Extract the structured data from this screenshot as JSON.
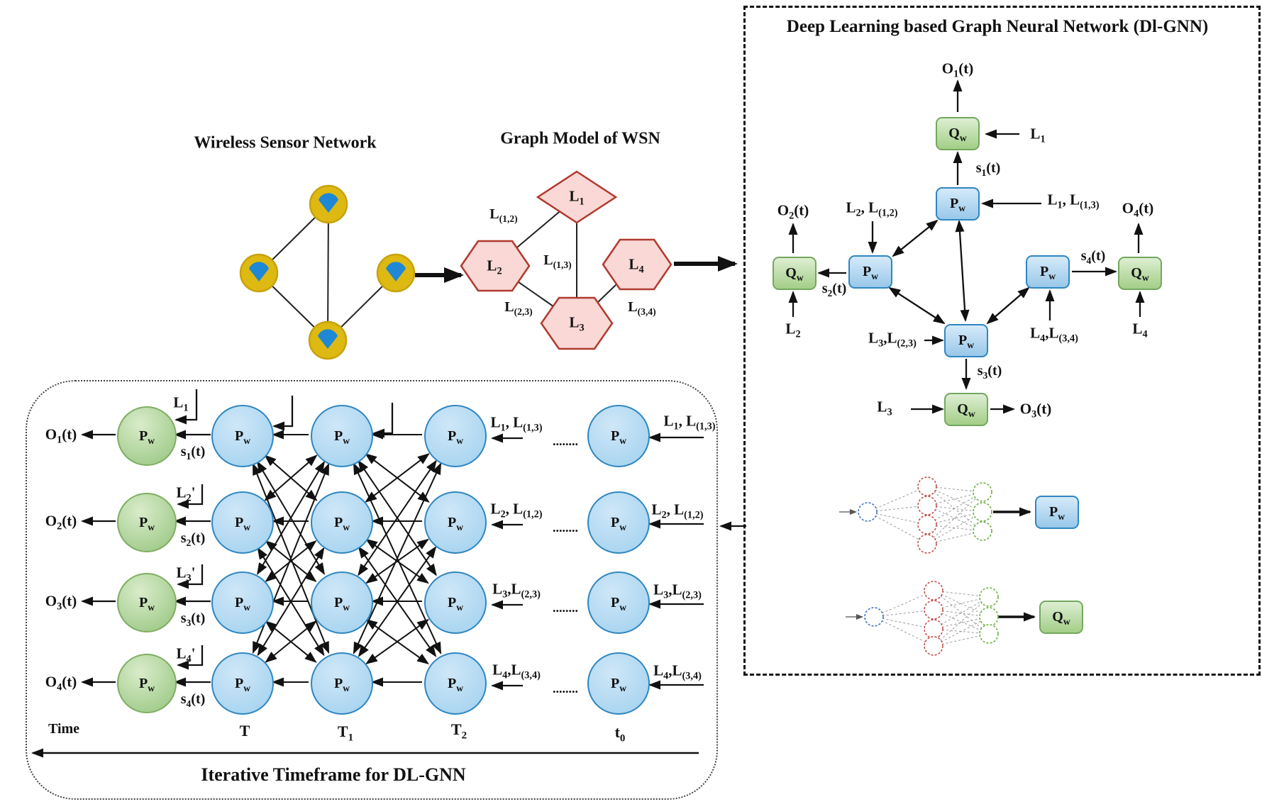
{
  "wsn": {
    "title": "Wireless Sensor Network"
  },
  "graph": {
    "title": "Graph Model of WSN",
    "nodes": [
      "L_1",
      "L_2",
      "L_3",
      "L_4"
    ],
    "edges": [
      "L_(1,2)",
      "L_(1,3)",
      "L_(2,3)",
      "L_(3,4)"
    ]
  },
  "dlgnn": {
    "title": "Deep Learning based Graph Neural Network (Dl-GNN)",
    "pw_label": "P_w",
    "qw_label": "Q_w",
    "outputs": {
      "o1": "O_1(t)",
      "o2": "O_2(t)",
      "o3": "O_3(t)",
      "o4": "O_4(t)"
    },
    "link_inputs": {
      "l1": "L_1",
      "l2": "L_2",
      "l3": "L_3",
      "l4": "L_4"
    },
    "states": {
      "s1": "s_1(t)",
      "s2": "s_2(t)",
      "s3": "s_3(t)",
      "s4": "s_4(t)"
    },
    "inputs": {
      "in1": "L_1, L_(1,3)",
      "in2": "L_2, L_(1,2)",
      "in3": "L_3,L_(2,3)",
      "in4": "L_4,L_(3,4)"
    }
  },
  "timeframe": {
    "title": "Iterative Timeframe for DL-GNN",
    "time_label": "Time",
    "columns": [
      "T",
      "T_1",
      "T_2",
      "t_0"
    ],
    "dots": "........",
    "node_label": "P_w",
    "rows": [
      {
        "out": "O_1(t)",
        "l": "L_1",
        "s": "s_1(t)",
        "in": "L_1, L_(1,3)"
      },
      {
        "out": "O_2(t)",
        "l": "L_2'",
        "s": "s_2(t)",
        "in": "L_2, L_(1,2)"
      },
      {
        "out": "O_3(t)",
        "l": "L_3'",
        "s": "s_3(t)",
        "in": "L_3,L_(2,3)"
      },
      {
        "out": "O_4(t)",
        "l": "L_4'",
        "s": "s_4(t)",
        "in": "L_4,L_(3,4)"
      }
    ]
  },
  "colors": {
    "sensor_yellow": "#DDB911",
    "sensor_wedge_blue": "#1E88D5",
    "graph_pink": "#F9D8D6",
    "graph_border": "#B03A2E",
    "pw_blue": "#A8D3EF",
    "pw_border": "#2E86C1",
    "qw_green": "#A9D18E",
    "qw_border": "#73A85E"
  }
}
